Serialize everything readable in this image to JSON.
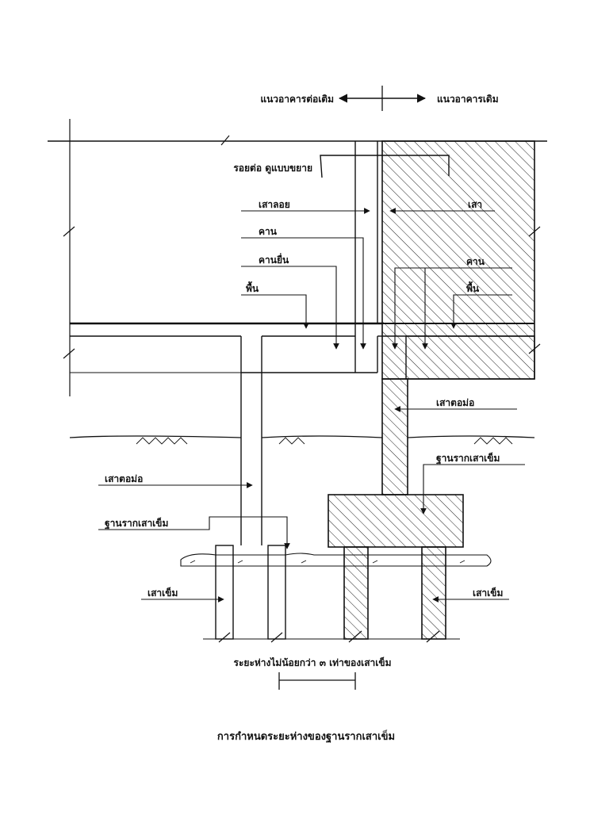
{
  "header": {
    "extension_line": "แนวอาคารต่อเติม",
    "existing_line": "แนวอาคารเดิม"
  },
  "labels": {
    "joint": "รอยต่อ ดูแบบขยาย",
    "floating_column": "เสาลอย",
    "column": "เสา",
    "beam_left": "คาน",
    "cantilever_beam": "คานยื่น",
    "floor_left": "พื้น",
    "beam_right": "คาน",
    "floor_right": "พื้น",
    "stub_column_right": "เสาตอม่อ",
    "footing_right": "ฐานรากเสาเข็ม",
    "stub_column_left": "เสาตอม่อ",
    "footing_left": "ฐานรากเสาเข็ม",
    "pile_left": "เสาเข็ม",
    "pile_right": "เสาเข็ม",
    "spacing_note": "ระยะห่างไม่น้อยกว่า ๓ เท่าของเสาเข็ม"
  },
  "caption": "การกำหนดระยะห่างของฐานรากเสาเข็ม",
  "colors": {
    "ink": "#111111",
    "paper": "#ffffff"
  }
}
